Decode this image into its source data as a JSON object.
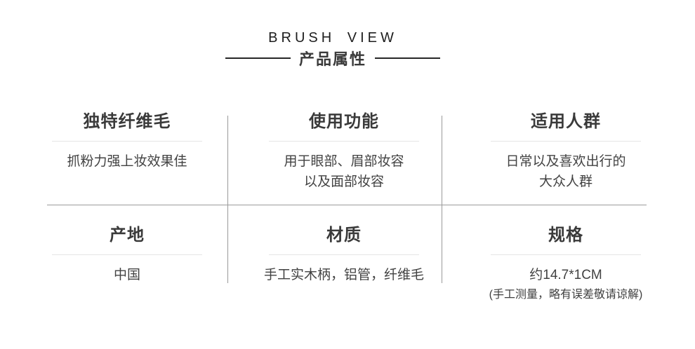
{
  "header": {
    "brand": "BRUSH VIEW",
    "subtitle": "产品属性"
  },
  "attributes": [
    {
      "title": "独特纤维毛",
      "lines": [
        "抓粉力强上妆效果佳"
      ]
    },
    {
      "title": "使用功能",
      "lines": [
        "用于眼部、眉部妆容",
        "以及面部妆容"
      ]
    },
    {
      "title": "适用人群",
      "lines": [
        "日常以及喜欢出行的",
        "大众人群"
      ]
    },
    {
      "title": "产地",
      "lines": [
        "中国"
      ]
    },
    {
      "title": "材质",
      "lines": [
        "手工实木柄，铝管，纤维毛"
      ]
    },
    {
      "title": "规格",
      "lines": [
        "约14.7*1CM"
      ],
      "note": "(手工测量，略有误差敬请谅解)"
    }
  ],
  "colors": {
    "background": "#ffffff",
    "heading_text": "#1e1e1e",
    "title_text": "#3a3a3a",
    "body_text": "#424242",
    "divider_gray": "#9a9a9a",
    "underline_gray": "#e5e5e5",
    "accent_line_dark": "#262626"
  }
}
